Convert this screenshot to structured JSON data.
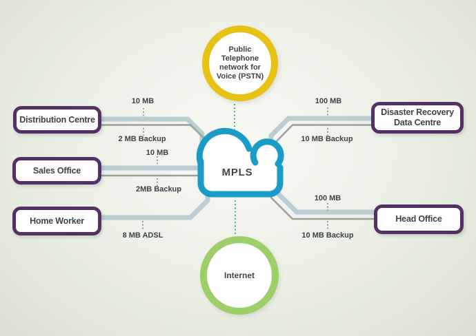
{
  "diagram": {
    "cloud": {
      "label": "MPLS"
    },
    "pstn": {
      "label": "Public Telephone network for Voice (PSTN)"
    },
    "internet": {
      "label": "Internet"
    },
    "sites": [
      {
        "id": "distribution-centre",
        "name": "Distribution Centre"
      },
      {
        "id": "sales-office",
        "name": "Sales Office"
      },
      {
        "id": "home-worker",
        "name": "Home Worker"
      },
      {
        "id": "disaster-recovery-data-centre",
        "name": "Disaster Recovery Data Centre"
      },
      {
        "id": "head-office",
        "name": "Head Office"
      }
    ],
    "links": [
      {
        "from": "Distribution Centre",
        "to": "MPLS",
        "label": "10 MB",
        "type": "primary"
      },
      {
        "from": "Distribution Centre",
        "to": "MPLS",
        "label": "2 MB Backup",
        "type": "backup"
      },
      {
        "from": "Sales Office",
        "to": "MPLS",
        "label": "10 MB",
        "type": "primary"
      },
      {
        "from": "Sales Office",
        "to": "MPLS",
        "label": "2MB Backup",
        "type": "backup"
      },
      {
        "from": "Home Worker",
        "to": "MPLS",
        "label": "8 MB ADSL",
        "type": "primary"
      },
      {
        "from": "Disaster Recovery Data Centre",
        "to": "MPLS",
        "label": "100 MB",
        "type": "primary"
      },
      {
        "from": "Disaster Recovery Data Centre",
        "to": "MPLS",
        "label": "10 MB Backup",
        "type": "backup"
      },
      {
        "from": "Head Office",
        "to": "MPLS",
        "label": "100 MB",
        "type": "primary"
      },
      {
        "from": "Head Office",
        "to": "MPLS",
        "label": "10 MB Backup",
        "type": "backup"
      }
    ],
    "colors": {
      "site_border": "#553066",
      "cloud_stroke": "#1b9cc7",
      "pstn_ring": "#e7c113",
      "internet_ring": "#9ccf67",
      "primary_line": "#b9cdd3",
      "backup_line": "#9aa0a0",
      "voice_dotted_line": "#2aa7a3",
      "label_text": "#3d4347"
    }
  }
}
